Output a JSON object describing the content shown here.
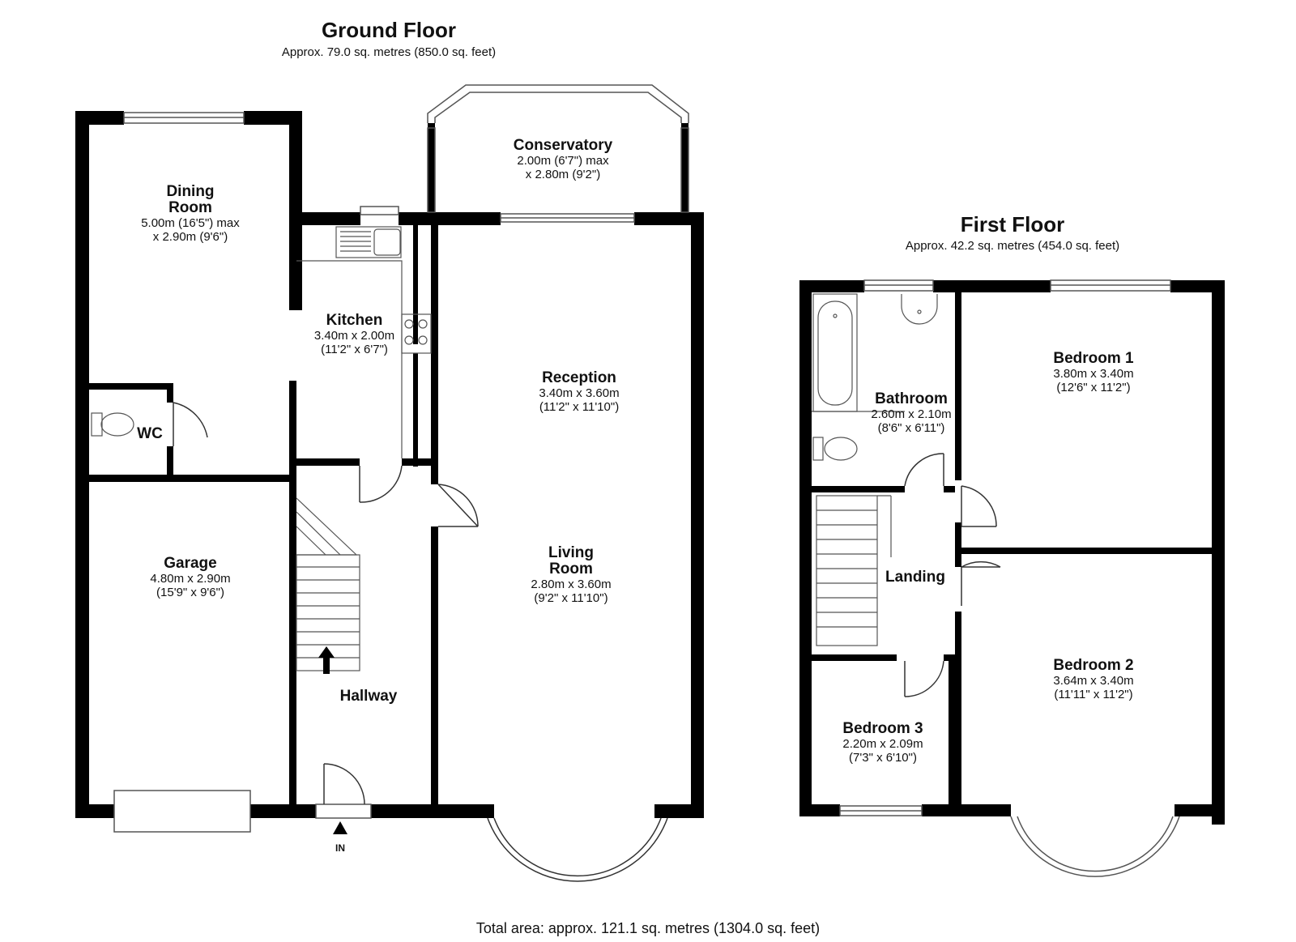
{
  "ground_floor": {
    "title": "Ground Floor",
    "area": "Approx. 79.0 sq. metres (850.0 sq. feet)",
    "rooms": {
      "dining_room": {
        "name_line1": "Dining",
        "name_line2": "Room",
        "dim1": "5.00m (16'5\") max",
        "dim2": "x 2.90m (9'6\")"
      },
      "conservatory": {
        "name": "Conservatory",
        "dim1": "2.00m (6'7\") max",
        "dim2": "x 2.80m (9'2\")"
      },
      "kitchen": {
        "name": "Kitchen",
        "dim1": "3.40m x 2.00m",
        "dim2": "(11'2\" x 6'7\")"
      },
      "reception": {
        "name": "Reception",
        "dim1": "3.40m x 3.60m",
        "dim2": "(11'2\" x 11'10\")"
      },
      "wc": {
        "name": "WC"
      },
      "garage": {
        "name": "Garage",
        "dim1": "4.80m x 2.90m",
        "dim2": "(15'9\" x 9'6\")"
      },
      "living_room": {
        "name_line1": "Living",
        "name_line2": "Room",
        "dim1": "2.80m x 3.60m",
        "dim2": "(9'2\" x 11'10\")"
      },
      "hallway": {
        "name": "Hallway"
      }
    },
    "entrance_label": "IN"
  },
  "first_floor": {
    "title": "First Floor",
    "area": "Approx. 42.2 sq. metres (454.0 sq. feet)",
    "rooms": {
      "bathroom": {
        "name": "Bathroom",
        "dim1": "2.60m x 2.10m",
        "dim2": "(8'6\" x 6'11\")"
      },
      "bedroom_1": {
        "name": "Bedroom 1",
        "dim1": "3.80m x 3.40m",
        "dim2": "(12'6\" x 11'2\")"
      },
      "landing": {
        "name": "Landing"
      },
      "bedroom_2": {
        "name": "Bedroom 2",
        "dim1": "3.64m x 3.40m",
        "dim2": "(11'11\" x 11'2\")"
      },
      "bedroom_3": {
        "name": "Bedroom 3",
        "dim1": "2.20m x 2.09m",
        "dim2": "(7'3\" x 6'10\")"
      }
    }
  },
  "total_area": "Total area: approx. 121.1 sq. metres (1304.0 sq. feet)",
  "colors": {
    "wall": "#000000",
    "fixture": "#555555",
    "background": "#ffffff"
  }
}
